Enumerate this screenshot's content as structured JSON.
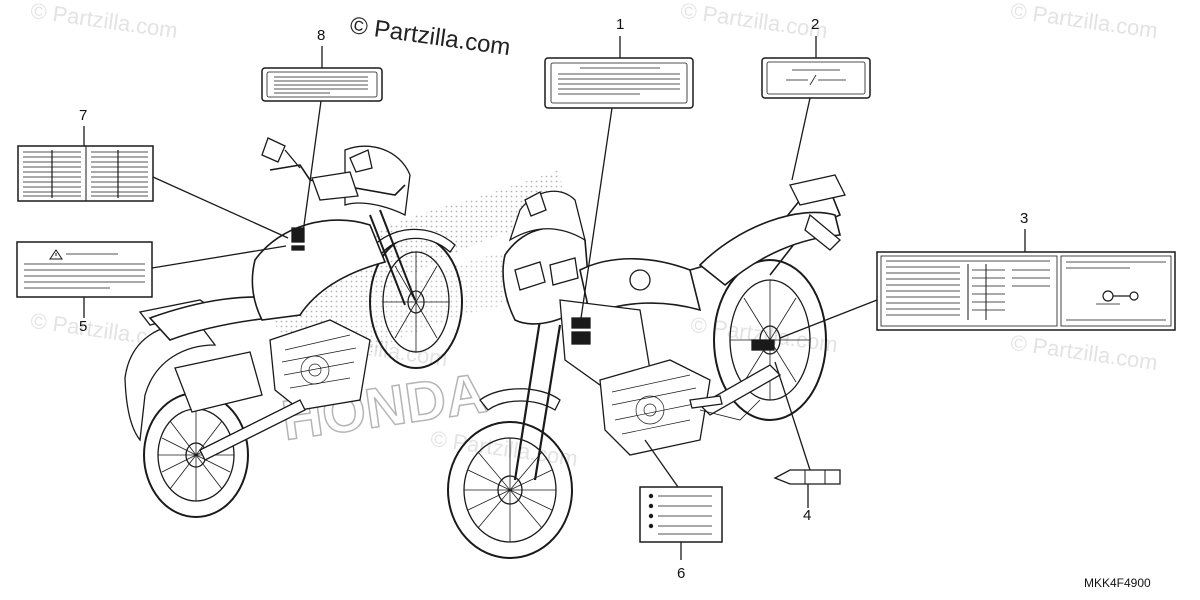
{
  "watermark": {
    "text": "© Partzilla.com",
    "instances": [
      "© Partzilla.com",
      "© Partzilla.com",
      "© Partzilla.com",
      "© Partzilla.com",
      "© Partzilla.com",
      "© Partzilla.com",
      "© Partzilla.com",
      "© Partzilla.com"
    ]
  },
  "copyright": "© Partzilla.com",
  "callouts": {
    "c1": "1",
    "c2": "2",
    "c3": "3",
    "c4": "4",
    "c5": "5",
    "c6": "6",
    "c7": "7",
    "c8": "8"
  },
  "drawing_code": "MKK4F4900",
  "background_logo_word": "HONDA",
  "colors": {
    "line": "#1a1a1a",
    "fill": "#ffffff",
    "watermark": "#e3e3e3",
    "halftone": "#9a9a9a"
  }
}
